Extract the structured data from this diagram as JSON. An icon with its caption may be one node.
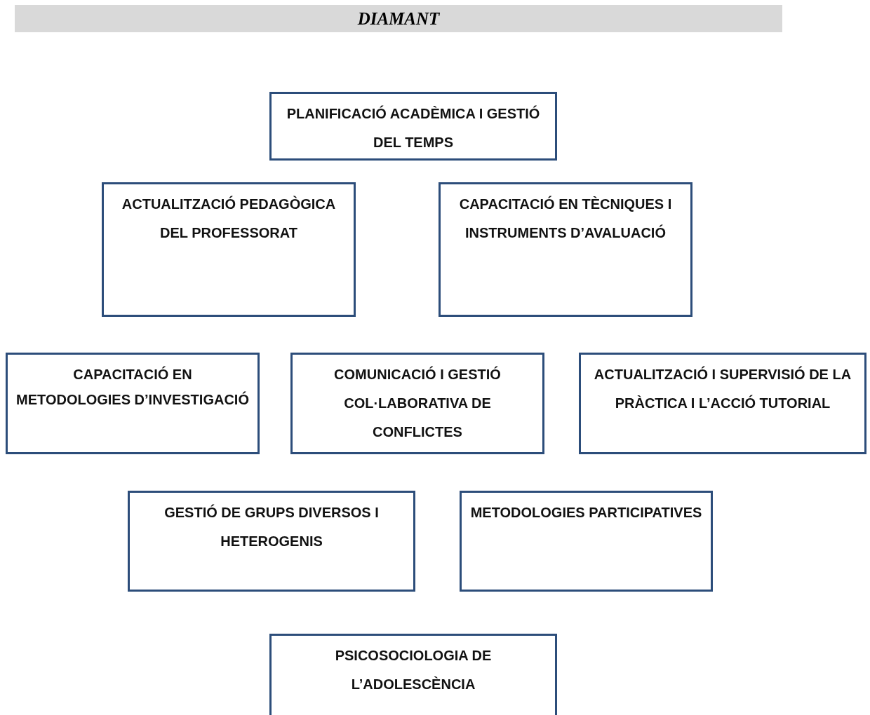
{
  "diagram": {
    "title": "DIAMANT",
    "nodes": [
      {
        "text": [
          "PLANIFICACIÓ ACADÈMICA I GESTIÓ DEL TEMPS"
        ]
      },
      {
        "text": [
          "ACTUALITZACIÓ PEDAGÒGICA DEL PROFESSORAT"
        ]
      },
      {
        "text": [
          "CAPACITACIÓ EN TÈCNIQUES I INSTRUMENTS D’AVALUACIÓ"
        ]
      },
      {
        "text": [
          "CAPACITACIÓ EN METODOLOGIES D’INVESTIGACIÓ"
        ]
      },
      {
        "text": [
          "COMUNICACIÓ I GESTIÓ COL·LABORATIVA DE CONFLICTES"
        ]
      },
      {
        "text": [
          "ACTUALITZACIÓ I SUPERVISIÓ DE LA PRÀCTICA I L’ACCIÓ TUTORIAL"
        ]
      },
      {
        "text": [
          "GESTIÓ DE GRUPS DIVERSOS I HETEROGENIS"
        ]
      },
      {
        "text": [
          "METODOLOGIES PARTICIPATIVES"
        ]
      },
      {
        "text": [
          "PSICOSOCIOLOGIA DE L’ADOLESCÈNCIA"
        ]
      }
    ]
  }
}
